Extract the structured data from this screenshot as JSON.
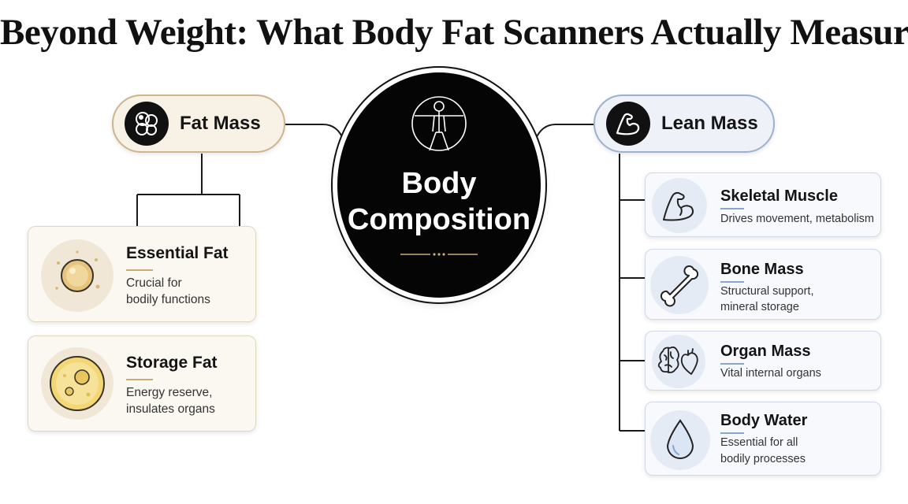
{
  "title": "Beyond Weight: What Body Fat Scanners Actually Measure",
  "center": {
    "label_line1": "Body",
    "label_line2": "Composition",
    "icon": "vitruvian-man-icon"
  },
  "fat_branch": {
    "label": "Fat Mass",
    "icon": "fat-cells-icon",
    "items": [
      {
        "title": "Essential Fat",
        "description": "Crucial for\nbodily functions",
        "icon": "essential-fat-cell-icon"
      },
      {
        "title": "Storage Fat",
        "description": "Energy reserve,\ninsulates organs",
        "icon": "storage-fat-cell-icon"
      }
    ]
  },
  "lean_branch": {
    "label": "Lean Mass",
    "icon": "flexed-arm-icon",
    "items": [
      {
        "title": "Skeletal Muscle",
        "description": "Drives movement, metabolism",
        "icon": "muscle-arm-icon"
      },
      {
        "title": "Bone Mass",
        "description": "Structural support,\nmineral storage",
        "icon": "bone-icon"
      },
      {
        "title": "Organ Mass",
        "description": "Vital internal organs",
        "icon": "brain-heart-icon"
      },
      {
        "title": "Body Water",
        "description": "Essential for all\nbodily processes",
        "icon": "water-drop-icon"
      }
    ]
  },
  "colors": {
    "fat_accent": "#c9ab79",
    "fat_background": "#f7f1e6",
    "lean_accent": "#8aa6cf",
    "lean_background": "#eef2f8",
    "hub": "#050505"
  }
}
